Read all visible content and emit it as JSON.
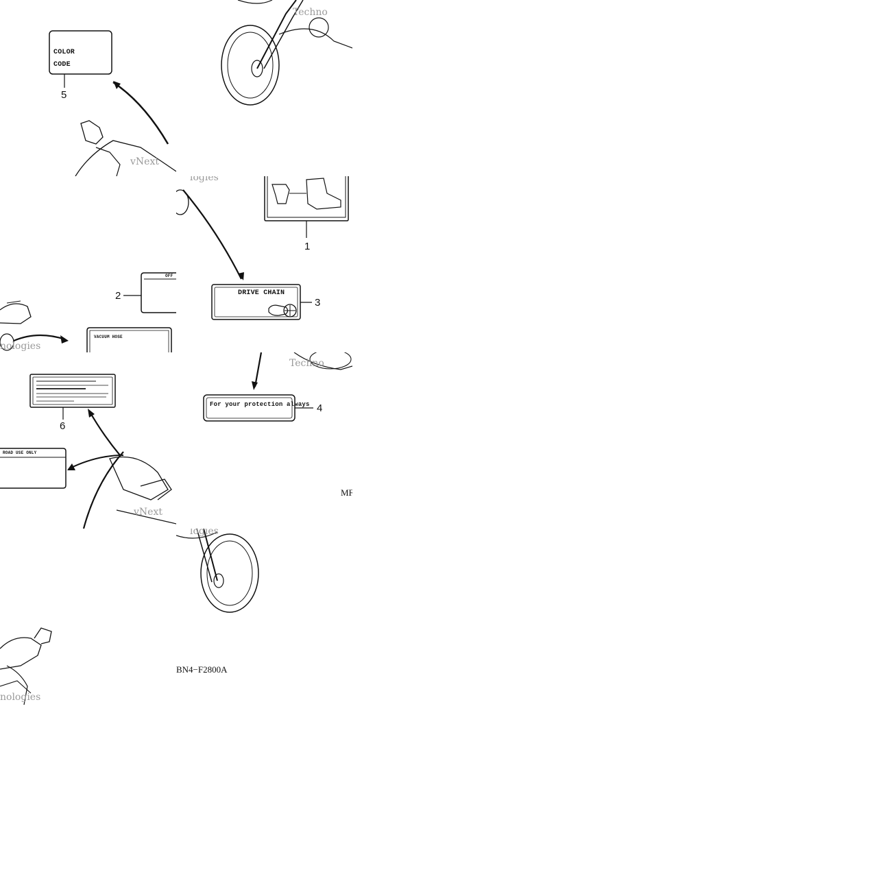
{
  "labels": {
    "color_code_line1": "COLOR",
    "color_code_line2": "CODE",
    "drive_chain": "DRIVE  CHAIN",
    "protection": "For your  protection always",
    "off_partial": "OFF",
    "vacuum_hose": "VACUUM HOSE",
    "road_use_only": "ROAD USE ONLY"
  },
  "callouts": {
    "c1": "1",
    "c2": "2",
    "c3": "3",
    "c4": "4",
    "c5": "5",
    "c6": "6"
  },
  "watermark": {
    "vnext": "vNext",
    "techno": "Techno",
    "logies": "logies",
    "ologies": "nologies"
  },
  "codes": {
    "mf_partial": "MF",
    "diagram_code": "BN4−F2800A"
  }
}
